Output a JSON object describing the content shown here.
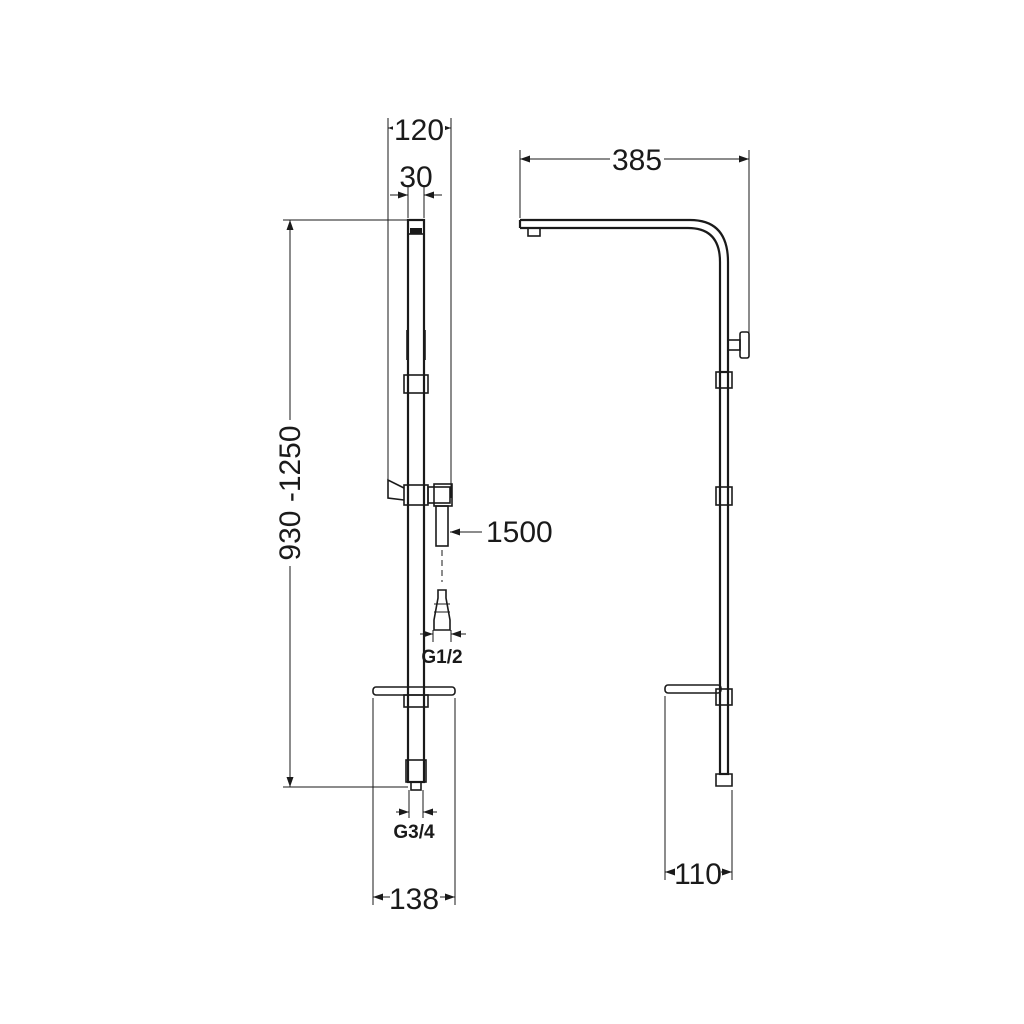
{
  "dimensions": {
    "total_width_front": "120",
    "slider_width": "30",
    "height_range": "930 -1250",
    "hose_length": "1500",
    "hose_thread": "G1/2",
    "inlet_thread": "G3/4",
    "shelf_width_front": "138",
    "arm_reach": "385",
    "shelf_depth_side": "110"
  }
}
